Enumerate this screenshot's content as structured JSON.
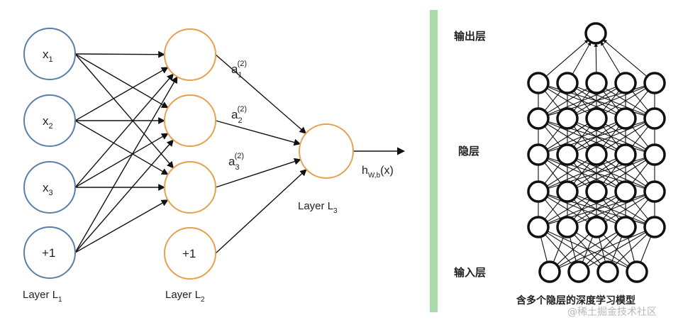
{
  "left_diagram": {
    "input_nodes": [
      {
        "base": "x",
        "sub": "1"
      },
      {
        "base": "x",
        "sub": "2"
      },
      {
        "base": "x",
        "sub": "3"
      },
      {
        "base": "+1",
        "sub": ""
      }
    ],
    "hidden_nodes": [
      {
        "text": ""
      },
      {
        "text": ""
      },
      {
        "text": ""
      },
      {
        "text": "+1"
      }
    ],
    "activations": [
      {
        "base": "a",
        "sub": "1",
        "sup": "(2)"
      },
      {
        "base": "a",
        "sub": "2",
        "sup": "(2)"
      },
      {
        "base": "a",
        "sub": "3",
        "sup": "(2)"
      }
    ],
    "output_label": {
      "base": "h",
      "sub": "W,b",
      "rest": "(x)"
    },
    "layer_labels": [
      {
        "base": "Layer L",
        "sub": "1"
      },
      {
        "base": "Layer L",
        "sub": "2"
      },
      {
        "base": "Layer L",
        "sub": "3"
      }
    ],
    "colors": {
      "input": "#5b7fa8",
      "hidden": "#e8a050",
      "output": "#e8a050",
      "edge": "#111111"
    }
  },
  "right_diagram": {
    "output_layer_label": "输出层",
    "hidden_layer_label": "隐层",
    "input_layer_label": "输入层",
    "caption": "含多个隐层的深度学习模型",
    "hidden_rows": 5,
    "hidden_cols": 5,
    "input_count": 4,
    "output_count": 1,
    "divider_color": "#a8dca8"
  },
  "watermark": "@稀土掘金技术社区"
}
